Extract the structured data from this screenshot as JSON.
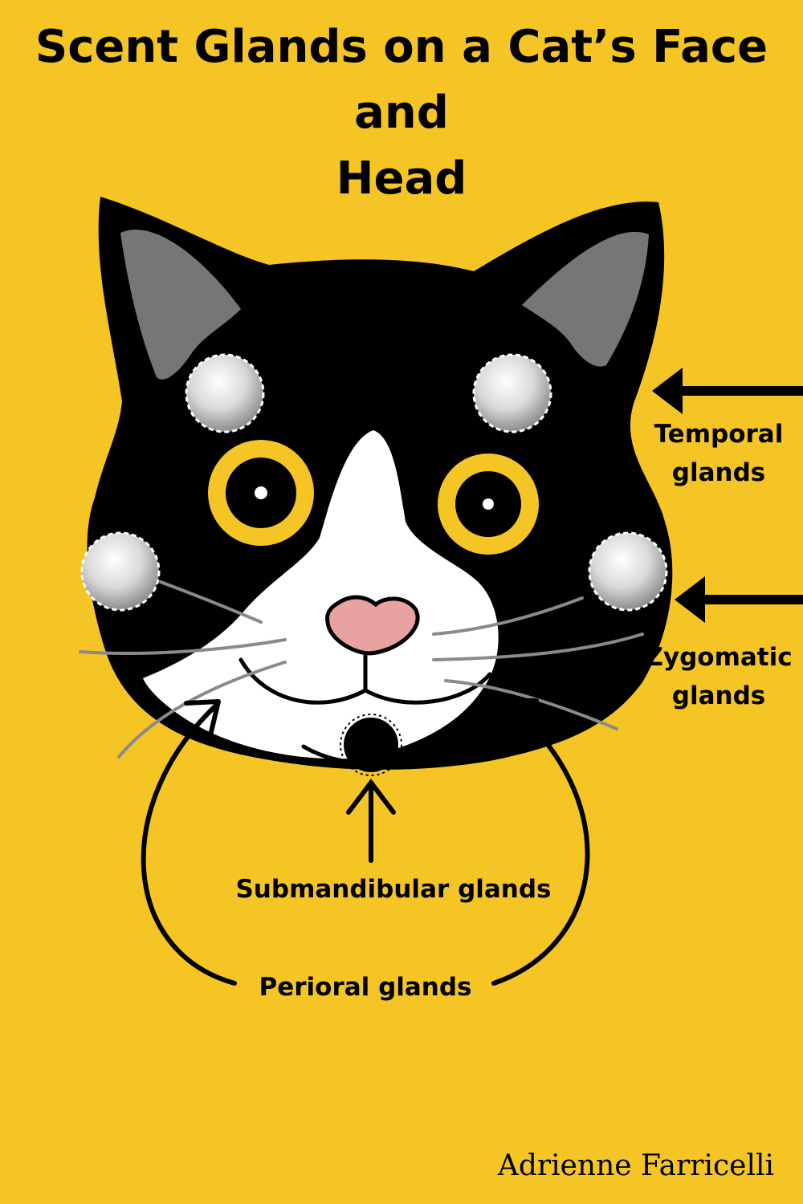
{
  "title_line1": "Scent Glands on a Cat’s Face and",
  "title_line2": "Head",
  "labels": {
    "temporal_1": "Temporal",
    "temporal_2": "glands",
    "zygomatic_1": "Zygomatic",
    "zygomatic_2": "glands",
    "submandibular": "Submandibular glands",
    "perioral": "Perioral glands"
  },
  "signature": "Adrienne Farricelli",
  "colors": {
    "background": "#f4c524",
    "fur": "#000000",
    "muzzle": "#ffffff",
    "eye": "#f4c524",
    "nose": "#e8a3a0",
    "inner_ear": "#7a7a7a",
    "gland": "#d8d8d8"
  }
}
